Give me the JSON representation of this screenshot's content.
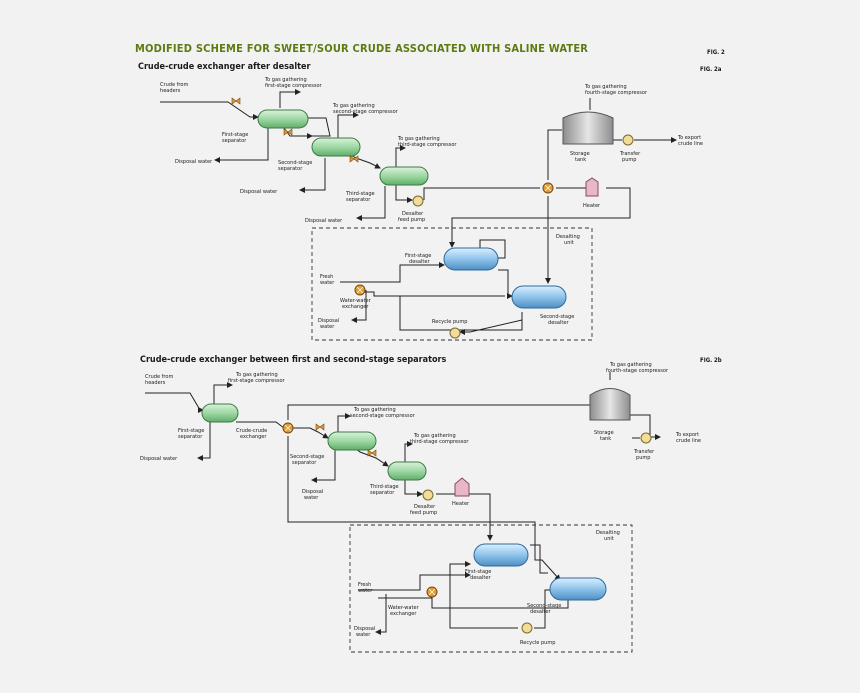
{
  "title": "MODIFIED SCHEME FOR SWEET/SOUR CRUDE ASSOCIATED WITH SALINE WATER",
  "fig_label": "FIG. 2",
  "colors": {
    "title": "#5e7a12",
    "separator": "#9ed8a4",
    "desalter": "#8ec3ea",
    "heater": "#e8b7c8",
    "tank": "#c9c9c9",
    "pump": "#f1dc9a",
    "valve": "#e39b2f"
  },
  "scheme1": {
    "subtitle": "Crude-crude exchanger after desalter",
    "fig_sub": "FIG. 2a",
    "labels": {
      "crude_from_headers": [
        "Crude from",
        "headers"
      ],
      "gas_first": [
        "To gas gathering",
        "first-stage compressor"
      ],
      "gas_second": [
        "To gas gathering",
        "second-stage compressor"
      ],
      "gas_third": [
        "To gas gathering",
        "third-stage compressor"
      ],
      "gas_fourth": [
        "To gas gathering",
        "fourth-stage compressor"
      ],
      "first_sep": [
        "First-stage",
        "separator"
      ],
      "second_sep": [
        "Second-stage",
        "separator"
      ],
      "third_sep": [
        "Third-stage",
        "separator"
      ],
      "disposal_1": "Disposal water",
      "disposal_2": "Disposal water",
      "disposal_3": "Disposal water",
      "storage_tank": [
        "Storage",
        "tank"
      ],
      "transfer_pump": [
        "Transfer",
        "pump"
      ],
      "export": [
        "To export",
        "crude line"
      ],
      "heater": "Heater",
      "desalter_feed_pump": [
        "Desalter",
        "feed pump"
      ],
      "desalting_unit": [
        "Desalting",
        "unit"
      ],
      "first_desalter": [
        "First-stage",
        "desalter"
      ],
      "second_desalter": [
        "Second-stage",
        "desalter"
      ],
      "fresh_water": [
        "Fresh",
        "water"
      ],
      "water_exchanger": [
        "Water-water",
        "exchanger"
      ],
      "disposal_water_unit": [
        "Disposal",
        "water"
      ],
      "recycle_pump": "Recycle pump"
    }
  },
  "scheme2": {
    "subtitle": "Crude-crude exchanger between first and second-stage separators",
    "fig_sub": "FIG. 2b",
    "labels": {
      "crude_from_headers": [
        "Crude from",
        "headers"
      ],
      "gas_first": [
        "To gas gathering",
        "first-stage compressor"
      ],
      "gas_second": [
        "To gas gathering",
        "second-stage compressor"
      ],
      "gas_third": [
        "To gas gathering",
        "third-stage compressor"
      ],
      "gas_fourth": [
        "To gas gathering",
        "fourth-stage compressor"
      ],
      "first_sep": [
        "First-stage",
        "separator"
      ],
      "crude_exchanger": [
        "Crude-crude",
        "exchanger"
      ],
      "second_sep": [
        "Second-stage",
        "separator"
      ],
      "third_sep": [
        "Third-stage",
        "separator"
      ],
      "disposal_1": "Disposal water",
      "disposal_2": [
        "Disposal",
        "water"
      ],
      "storage_tank": [
        "Storage",
        "tank"
      ],
      "transfer_pump": [
        "Transfer",
        "pump"
      ],
      "export": [
        "To export",
        "crude line"
      ],
      "heater": "Heater",
      "desalter_feed_pump": [
        "Desalter",
        "feed pump"
      ],
      "desalting_unit": [
        "Desalting",
        "unit"
      ],
      "first_desalter": [
        "First-stage",
        "desalter"
      ],
      "second_desalter": [
        "Second-stage",
        "desalter"
      ],
      "fresh_water": [
        "Fresh",
        "water"
      ],
      "water_exchanger": [
        "Water-water",
        "exchanger"
      ],
      "disposal_water_unit": [
        "Disposal",
        "water"
      ],
      "recycle_pump": "Recycle pump"
    }
  }
}
